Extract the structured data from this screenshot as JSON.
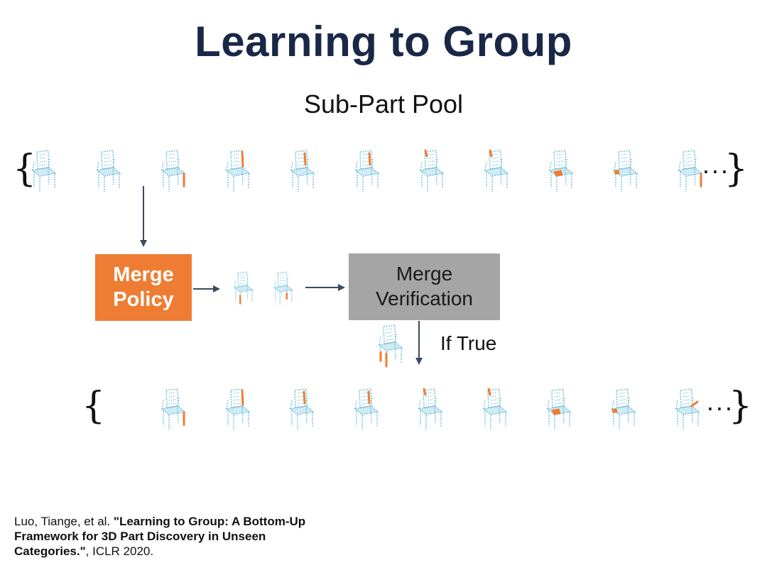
{
  "title": "Learning to Group",
  "pool_label": "Sub-Part Pool",
  "brace_open": "{",
  "brace_close": "}",
  "ellipsis": "···",
  "merge_policy_label": "Merge Policy",
  "merge_verification_label": "Merge Verification",
  "condition_label": "If True",
  "citation": {
    "authors": "Luo, Tiange, et al.",
    "title": "\"Learning to Group: A Bottom-Up Framework for 3D Part Discovery in Unseen Categories.\"",
    "venue": ", ICLR 2020."
  },
  "colors": {
    "title": "#1a2847",
    "merge_policy": "#ee7d33",
    "merge_verification": "#a5a5a5",
    "chair_points": "#7cc4dc",
    "part_highlight": "#ee7d33",
    "arrow": "#3c4a5c"
  },
  "top_row_parts": [
    "none",
    "none",
    "leg-right",
    "back-side",
    "back-rod",
    "back-rod",
    "back-top",
    "back-top",
    "seat-front",
    "seat-front-small",
    "leg-right"
  ],
  "bottom_row_parts": [
    "leg-right",
    "back-side",
    "back-rod",
    "back-rod",
    "back-top",
    "back-top",
    "seat-front",
    "seat-front-small",
    "arm-front"
  ],
  "merge_candidate_parts": [
    "leg-front",
    "leg-back"
  ],
  "merged_part": "leg-merged"
}
